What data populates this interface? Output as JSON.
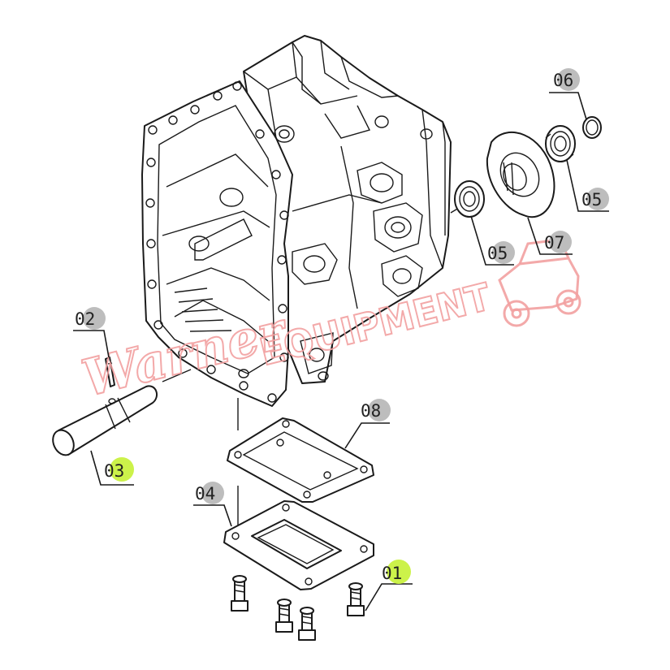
{
  "colors": {
    "callout_default": "#bdbdbd",
    "callout_highlight": "#ccf24a",
    "watermark": "#f2a0a0",
    "line": "#1a1a1a"
  },
  "callouts": [
    {
      "id": "06",
      "label": "06",
      "highlight": false
    },
    {
      "id": "05a",
      "label": "05",
      "highlight": false
    },
    {
      "id": "05b",
      "label": "05",
      "highlight": false
    },
    {
      "id": "07",
      "label": "07",
      "highlight": false
    },
    {
      "id": "02",
      "label": "02",
      "highlight": false
    },
    {
      "id": "03",
      "label": "03",
      "highlight": true
    },
    {
      "id": "08",
      "label": "08",
      "highlight": false
    },
    {
      "id": "04",
      "label": "04",
      "highlight": false
    },
    {
      "id": "01",
      "label": "01",
      "highlight": true
    }
  ],
  "watermark": {
    "script": "Warner",
    "word": "EQUIPMENT",
    "icon": "tractor-icon"
  }
}
